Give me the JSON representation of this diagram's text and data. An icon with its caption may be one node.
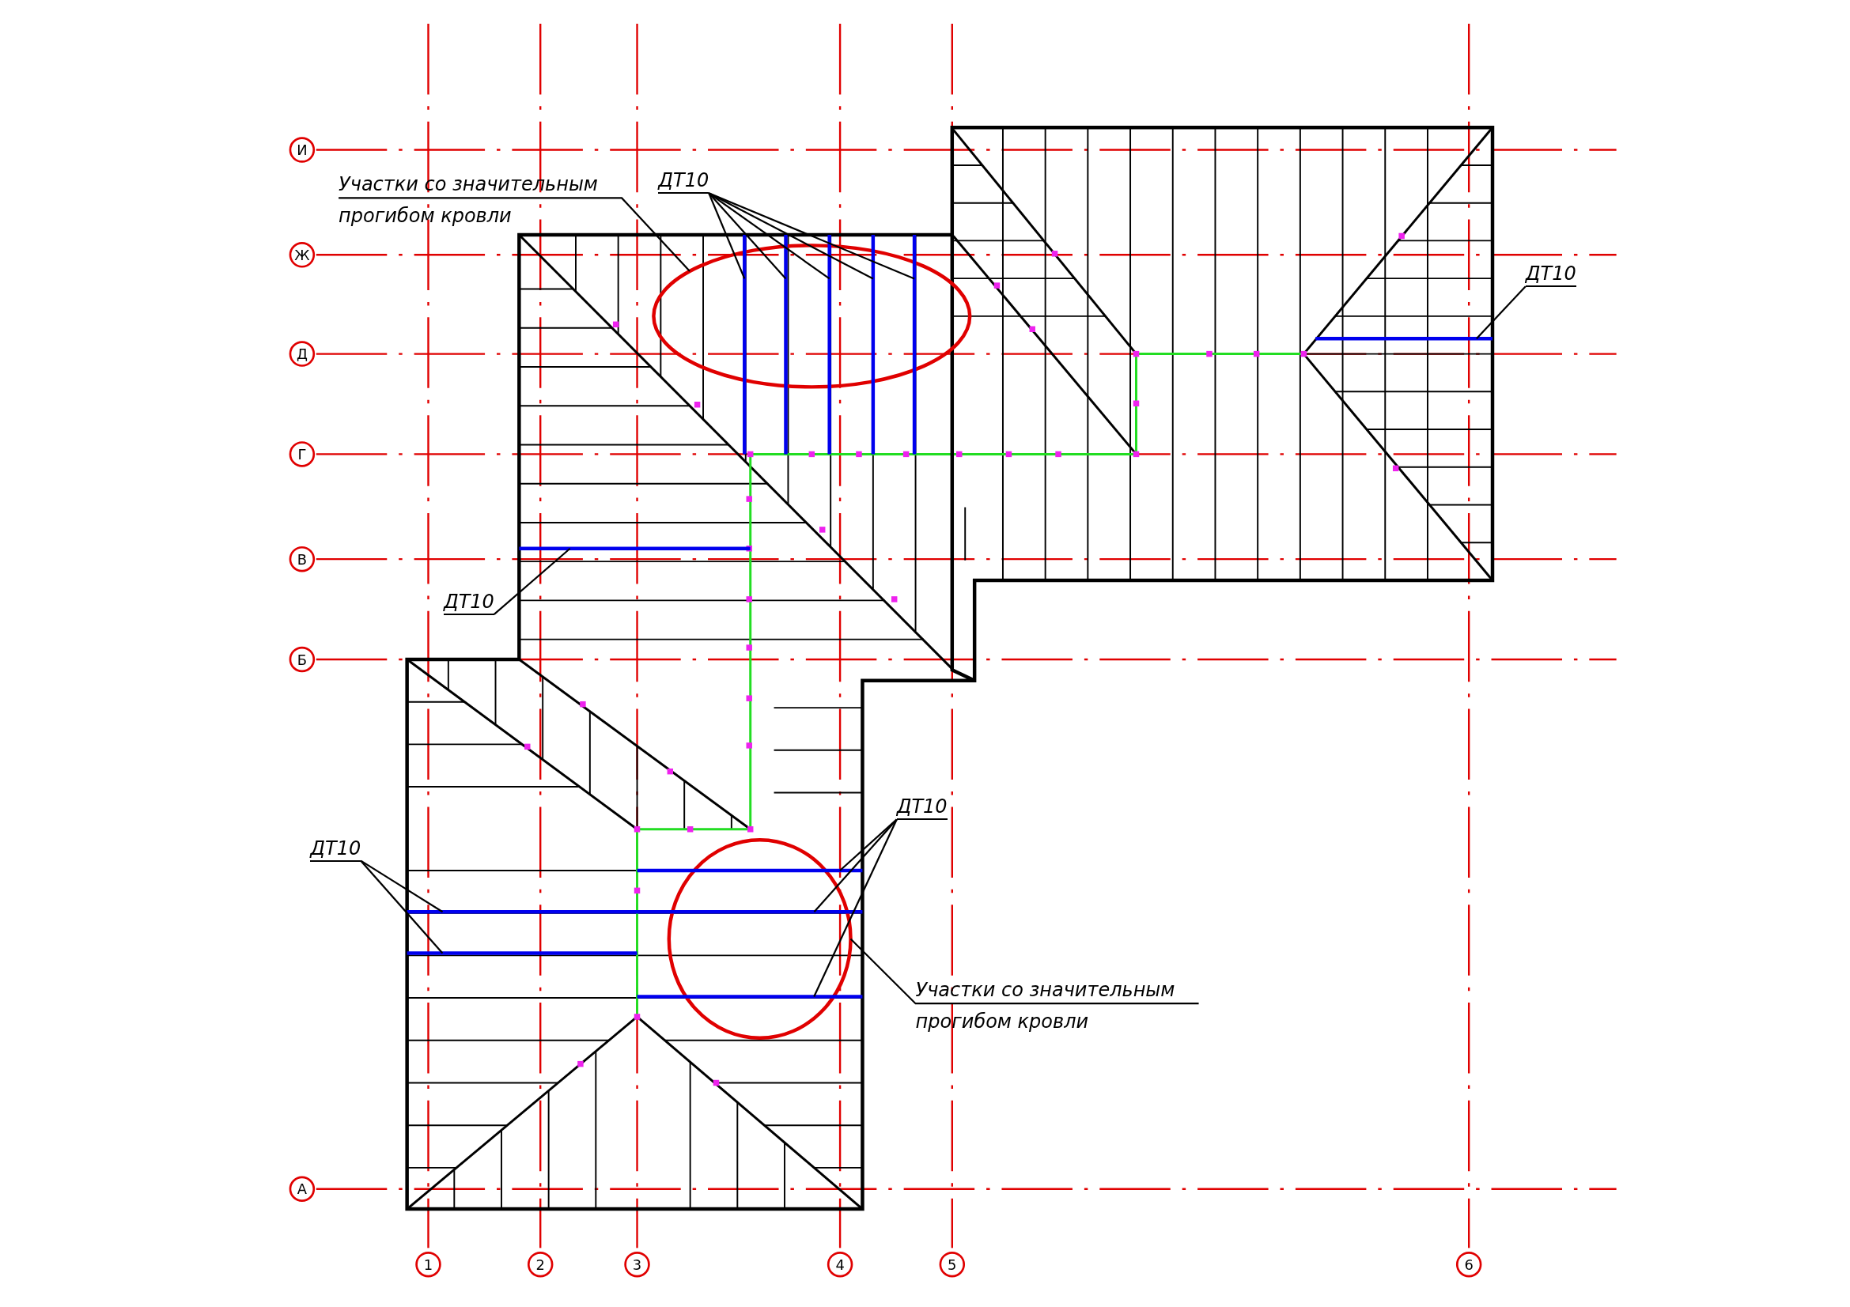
{
  "diagram": {
    "nodes": [
      {
        "text": [
          "Участки со значительным прогибом кровли"
        ]
      },
      {
        "text": [
          "ДТ10"
        ]
      },
      {
        "text": [],
        "shape": "circle"
      },
      {
        "text": [
          "ДТ10"
        ]
      },
      {
        "text": [
          "ДТ10"
        ]
      },
      {
        "text": [
          "ДТ10"
        ]
      },
      {
        "text": [
          "ДТ10"
        ]
      },
      {
        "text": [],
        "shape": "circle"
      },
      {
        "text": [
          "Участки со значительным прогибом кровли"
        ]
      },
      {
        "text": [],
        "shape": "bar"
      },
      {
        "text": [],
        "shape": "bar"
      },
      {
        "text": [],
        "shape": "bar"
      },
      {
        "text": [],
        "shape": "bar"
      },
      {
        "text": [],
        "shape": "bar"
      },
      {
        "text": [],
        "shape": "bar"
      },
      {
        "text": [],
        "shape": "bar"
      },
      {
        "text": [],
        "shape": "bar"
      },
      {
        "text": [],
        "shape": "bar"
      },
      {
        "text": [],
        "shape": "bar"
      },
      {
        "text": [],
        "shape": "bar"
      }
    ],
    "edges": [
      {
        "from": 0,
        "to": 2,
        "arrow": "none"
      },
      {
        "from": 1,
        "to": 9,
        "arrow": "none"
      },
      {
        "from": 1,
        "to": 10,
        "arrow": "none"
      },
      {
        "from": 1,
        "to": 11,
        "arrow": "none"
      },
      {
        "from": 1,
        "to": 12,
        "arrow": "none"
      },
      {
        "from": 1,
        "to": 13,
        "arrow": "none"
      },
      {
        "from": 3,
        "to": 14,
        "arrow": "none"
      },
      {
        "from": 4,
        "to": 15,
        "arrow": "none"
      },
      {
        "from": 5,
        "to": 16,
        "arrow": "none"
      },
      {
        "from": 5,
        "to": 17,
        "arrow": "none"
      },
      {
        "from": 5,
        "to": 19,
        "arrow": "none"
      },
      {
        "from": 6,
        "to": 17,
        "arrow": "none"
      },
      {
        "from": 6,
        "to": 18,
        "arrow": "none"
      },
      {
        "from": 8,
        "to": 7,
        "arrow": "none"
      }
    ],
    "labels": [
      "И",
      "Ж",
      "Д",
      "Г",
      "В",
      "Б",
      "А",
      "1",
      "2",
      "3",
      "4",
      "5",
      "6"
    ]
  }
}
